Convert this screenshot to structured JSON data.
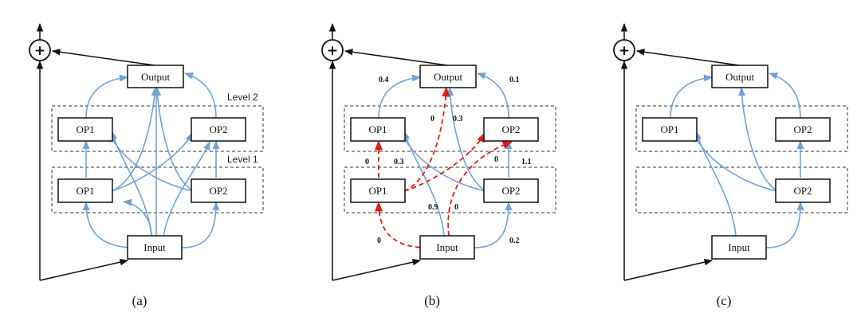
{
  "colors": {
    "edge": "#6fa3d6",
    "dashed_edge": "#e01b1b",
    "black": "#111111"
  },
  "labels": {
    "input": "Input",
    "output": "Output",
    "op1": "OP1",
    "op2": "OP2",
    "level1": "Level 1",
    "level2": "Level 2",
    "plus": "+"
  },
  "panels": [
    {
      "caption": "(a)"
    },
    {
      "caption": "(b)"
    },
    {
      "caption": "(c)"
    }
  ],
  "weights_b": {
    "w_op1top_to_output": "0.4",
    "w_op2top_to_output": "0.1",
    "w_op1bot_to_output": "0",
    "w_input_to_output": "0.3",
    "w_op1bot_to_op1top": "0",
    "w_op2bot_to_op1top": "0.3",
    "w_op1bot_to_op2top": "0",
    "w_op2bot_to_op2top": "1.1",
    "w_input_to_op1top": "0.9",
    "w_input_to_op2top": "0",
    "w_input_to_op1bot": "0",
    "w_input_to_op2bot": "0.2"
  },
  "icons": [
    "plus-circle-icon",
    "arrow-icon"
  ]
}
